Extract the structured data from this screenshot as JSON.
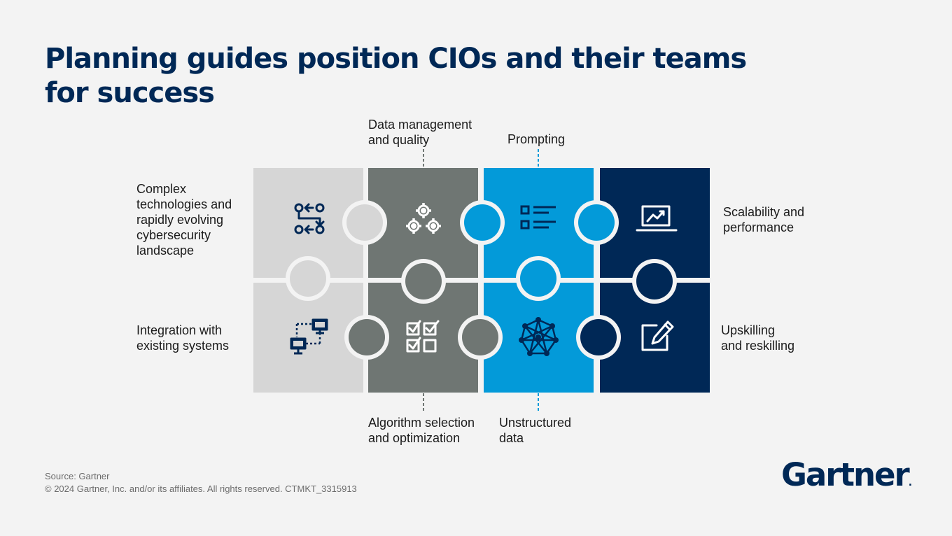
{
  "title": "Planning guides position CIOs and their teams for success",
  "labels": {
    "complex": "Complex\ntechnologies and\nrapidly evolving\ncybersecurity\nlandscape",
    "data_management": "Data management\nand quality",
    "prompting": "Prompting",
    "scalability": "Scalability and\nperformance",
    "integration": "Integration with\nexisting systems",
    "algorithm": "Algorithm selection\nand optimization",
    "unstructured": "Unstructured\ndata",
    "upskilling": "Upskilling\nand reskilling"
  },
  "pieces": [
    {
      "id": "complex",
      "color": "#d6d6d6",
      "icon": "process-arrows-icon"
    },
    {
      "id": "data_management",
      "color": "#6f7673",
      "icon": "gears-icon"
    },
    {
      "id": "prompting",
      "color": "#039ad9",
      "icon": "list-icon"
    },
    {
      "id": "scalability",
      "color": "#002856",
      "icon": "laptop-chart-icon"
    },
    {
      "id": "integration",
      "color": "#d6d6d6",
      "icon": "network-monitors-icon"
    },
    {
      "id": "algorithm",
      "color": "#6f7673",
      "icon": "checklist-icon"
    },
    {
      "id": "unstructured",
      "color": "#039ad9",
      "icon": "neural-network-icon"
    },
    {
      "id": "upskilling",
      "color": "#002856",
      "icon": "edit-icon"
    }
  ],
  "footer": {
    "source": "Source: Gartner",
    "copyright": "© 2024 Gartner, Inc. and/or its affiliates. All rights reserved. CTMKT_3315913"
  },
  "logo": {
    "text": "Gartner",
    "mark": "."
  }
}
